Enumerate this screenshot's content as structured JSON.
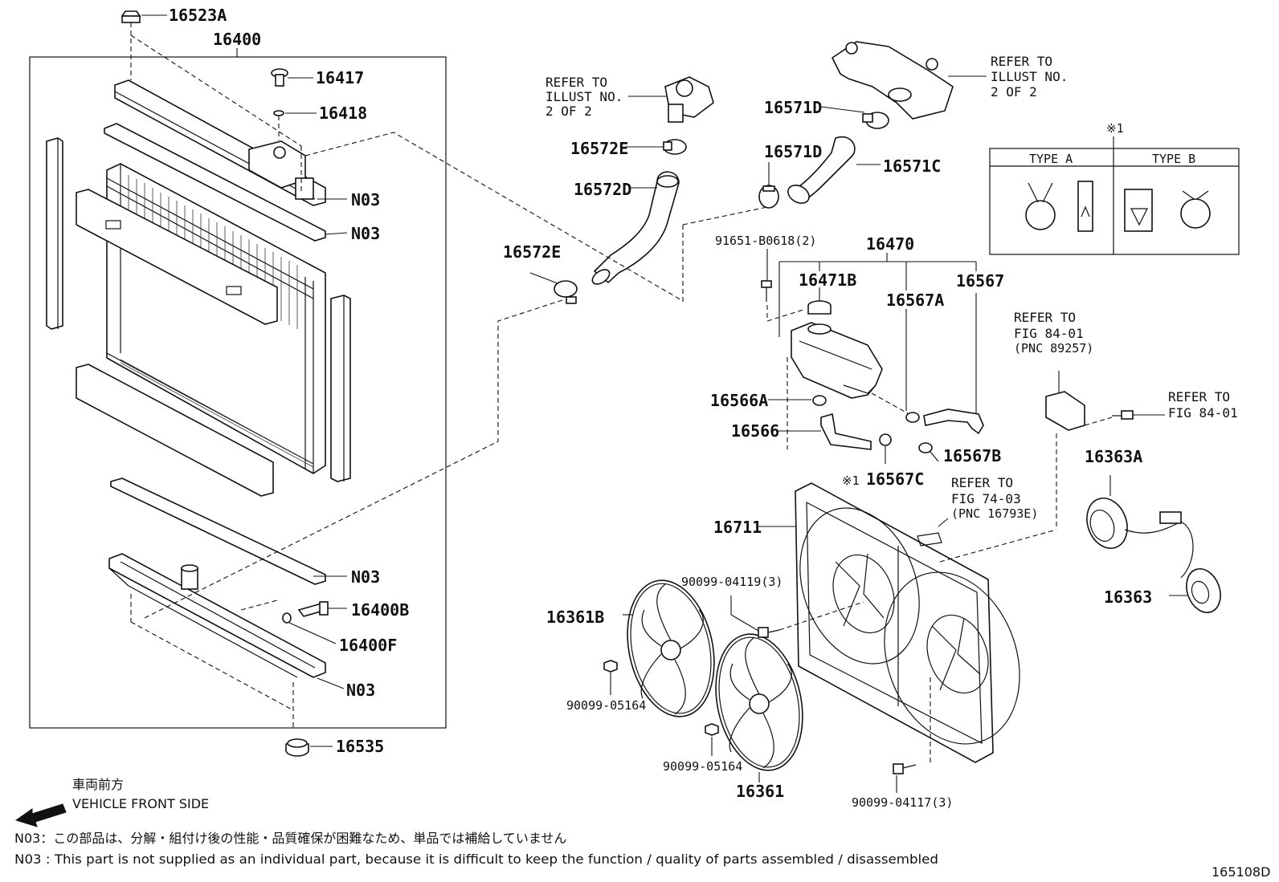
{
  "labels": {
    "p16523A": "16523A",
    "p16400": "16400",
    "p16417": "16417",
    "p16418": "16418",
    "n03_a": "N03",
    "n03_b": "N03",
    "n03_c": "N03",
    "n03_d": "N03",
    "p16400B": "16400B",
    "p16400F": "16400F",
    "p16535": "16535",
    "p16572E_top": "16572E",
    "p16572D": "16572D",
    "p16572E_low": "16572E",
    "p16571D_top": "16571D",
    "p16571D_mid": "16571D",
    "p16571C": "16571C",
    "p91651": "91651-B0618(2)",
    "p16470": "16470",
    "p16471B": "16471B",
    "p16567A": "16567A",
    "p16567": "16567",
    "p16566A": "16566A",
    "p16566": "16566",
    "p16567B": "16567B",
    "p16567C": "16567C",
    "mark_16567C": "※1",
    "p16711": "16711",
    "p90099_04119": "90099-04119(3)",
    "p16361B": "16361B",
    "p90099_05164_a": "90099-05164",
    "p90099_05164_b": "90099-05164",
    "p16361": "16361",
    "p90099_04117": "90099-04117(3)",
    "p16363A": "16363A",
    "p16363": "16363"
  },
  "refs": {
    "thermo": [
      "REFER TO",
      "ILLUST NO.",
      "2 OF 2"
    ],
    "inlet": [
      "REFER TO",
      "ILLUST NO.",
      "2 OF 2"
    ],
    "fig8401_a": [
      "REFER TO",
      "FIG 84-01",
      "(PNC 89257)"
    ],
    "fig8401_b": [
      "REFER TO",
      "FIG 84-01"
    ],
    "fig7403": [
      "REFER TO",
      "FIG 74-03",
      "(PNC 16793E)"
    ]
  },
  "clamp_types": {
    "mark": "※1",
    "type_a": "TYPE A",
    "type_b": "TYPE B"
  },
  "direction": {
    "jp": "車両前方",
    "en": "VEHICLE FRONT SIDE"
  },
  "notes": {
    "jp": "N03：この部品は、分解・組付け後の性能・品質確保が困難なため、単品では補給していません",
    "en": "N03 : This part is not supplied as an individual part, because it is difficult to keep the function / quality of parts assembled / disassembled"
  },
  "figure_id": "165108D"
}
